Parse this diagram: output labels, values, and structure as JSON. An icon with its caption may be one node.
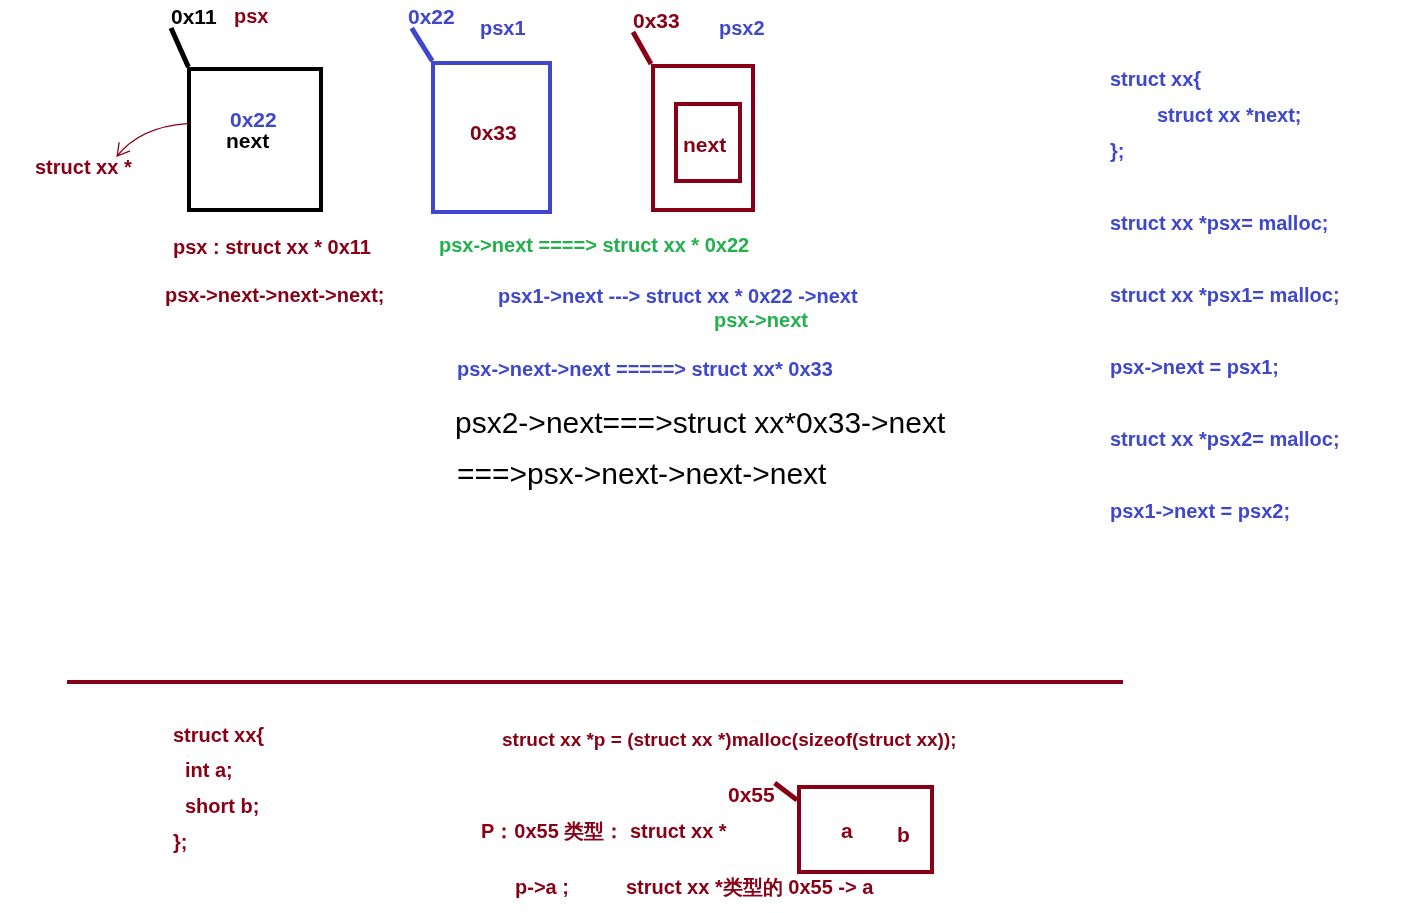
{
  "diagram": {
    "nodes": [
      {
        "text": [
          "0x11"
        ]
      },
      {
        "text": [
          "0x22",
          "next"
        ]
      },
      {
        "text": [
          "struct xx *"
        ]
      },
      {
        "text": [
          "0x22"
        ]
      },
      {
        "text": [
          "0x33"
        ],
        "beside": [
          "psx1"
        ]
      },
      {
        "text": [
          "0x33"
        ]
      },
      {
        "text": [],
        "shape": "box",
        "beside": [
          "psx2"
        ]
      },
      {
        "text": [
          "next"
        ],
        "in": 6
      },
      {
        "text": [
          "0x55"
        ]
      },
      {
        "text": [
          "a",
          "b"
        ]
      }
    ],
    "edges": [
      {
        "from": 0,
        "to": 1,
        "arrow": "none",
        "color": "#000000"
      },
      {
        "from": 1,
        "to": 2,
        "arrow": "to"
      },
      {
        "from": 3,
        "to": 4,
        "arrow": "none",
        "color": "#3f48cc"
      },
      {
        "from": 5,
        "to": 6,
        "arrow": "none"
      },
      {
        "from": 8,
        "to": 9,
        "arrow": "none"
      }
    ],
    "labels": [
      "psx",
      "struct xx{",
      "struct xx *next;",
      "};",
      "struct xx *psx= malloc;",
      "psx : struct xx * 0x11",
      "psx->next ====> struct xx * 0x22",
      "psx->next->next->next;",
      "psx1->next ---> struct xx * 0x22 ->next",
      "struct xx *psx1= malloc;",
      "psx->next",
      "psx->next->next =====> struct xx* 0x33",
      "psx->next = psx1;",
      "psx2->next===>struct xx*0x33->next",
      "struct xx *psx2= malloc;",
      "===>psx->next->next->next",
      "psx1->next = psx2;",
      "struct xx{",
      "struct xx *p = (struct xx *)malloc(sizeof(struct xx));",
      "int a;",
      "short b;",
      "P：0x55 类型： struct xx *",
      "};",
      "p->a ;",
      "struct xx *类型的 0x55 -> a"
    ]
  }
}
